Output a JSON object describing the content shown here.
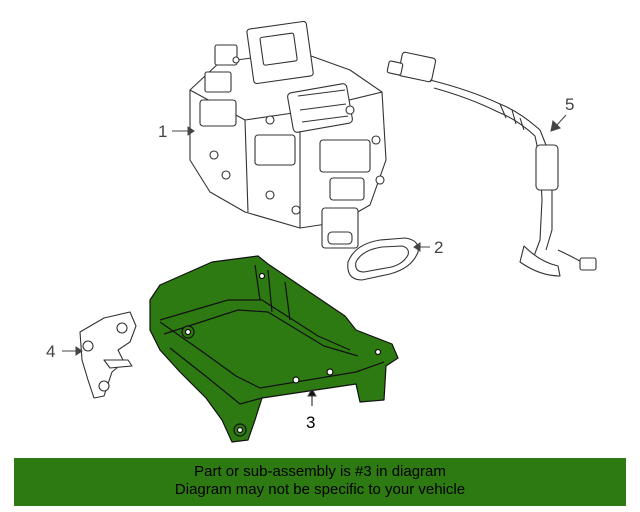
{
  "callouts": {
    "part_1": "1",
    "part_2": "2",
    "part_3": "3",
    "part_4": "4",
    "part_5": "5"
  },
  "highlight_color": "#2e7a12",
  "footer": {
    "line1": "Part or sub-assembly is #3 in diagram",
    "line2": "Diagram may not be specific to your vehicle"
  }
}
